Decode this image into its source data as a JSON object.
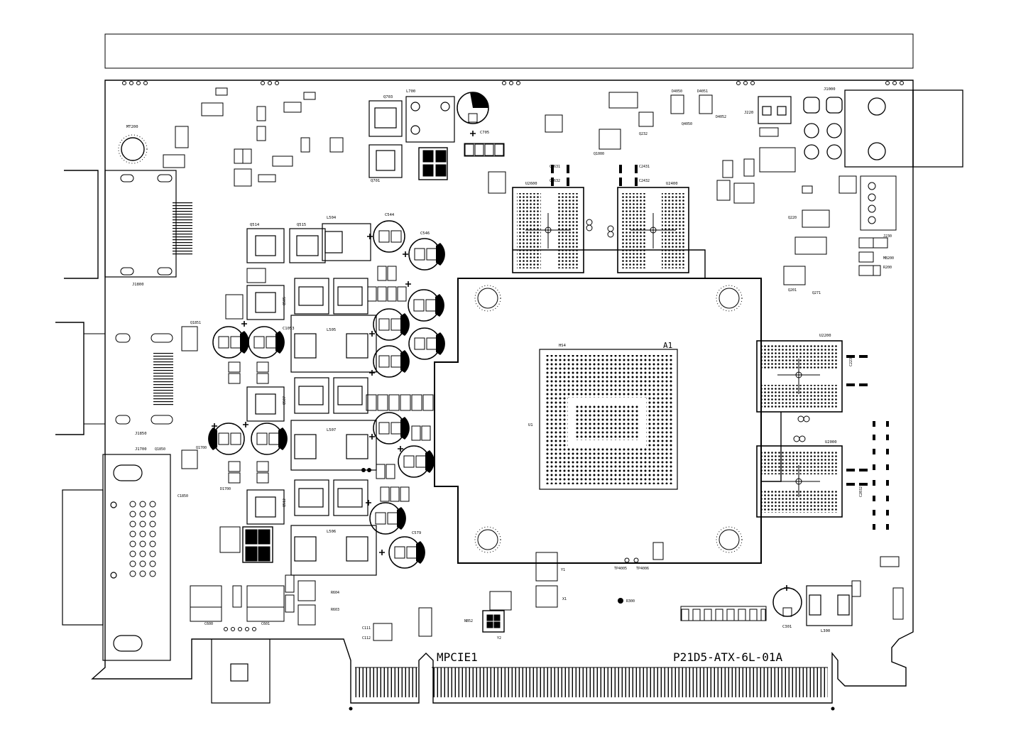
{
  "board": {
    "connector_name": "MPCIE1",
    "part_number": "P21D5-ATX-6L-01A",
    "gpu_label": "A1"
  },
  "colors": {
    "ink": "#000000",
    "paper": "#ffffff"
  },
  "refdes": {
    "mt": "MT200",
    "j_top": "J1000",
    "j_hdmi": "J1800",
    "j_dvi": "J1850",
    "j_dvi2": "J1700",
    "j_fan": "J220",
    "mem_tl": "U2600",
    "mem_tr": "U2400",
    "mem_r1": "U2200",
    "mem_r2": "U2000",
    "gpu": "U1",
    "heatsink": "HS4",
    "l504": "L504",
    "l505": "L505",
    "l507": "L507",
    "l506": "L506",
    "l700": "L700",
    "l300": "L300",
    "q703": "Q703",
    "q701": "Q701",
    "q514": "Q514",
    "q515": "Q515",
    "q505": "Q505",
    "q507": "Q507",
    "q512": "Q512",
    "q1851": "Q1851",
    "q1850": "Q1850",
    "c544": "C544",
    "c546": "C546",
    "c705": "C705",
    "c1053": "C1053",
    "c579": "C579",
    "c301": "C301",
    "c2631": "C2631",
    "c2632": "C2632",
    "c2431": "C2431",
    "c2432": "C2432",
    "c2231": "C2231",
    "c2032": "C2032",
    "tp4005": "TP4005",
    "tp4006": "TP4006",
    "r300": "R300",
    "x1": "X1",
    "y1": "Y1",
    "y2": "Y2",
    "d4050": "D4050",
    "d4051": "D4051",
    "q4050": "Q4050",
    "d4052": "D4052",
    "q1000": "Q1000",
    "q232": "Q232",
    "q220": "Q220",
    "q201": "Q201",
    "q271": "Q271",
    "mb200": "MB200",
    "r200": "R200",
    "c600": "C600",
    "c601": "C601",
    "r604": "R604",
    "r603": "R603",
    "c111": "C111",
    "c112": "C112",
    "nb52": "NB52",
    "d1700": "D1700",
    "q1700": "Q1700",
    "c1850": "C1850",
    "j230": "J230"
  }
}
